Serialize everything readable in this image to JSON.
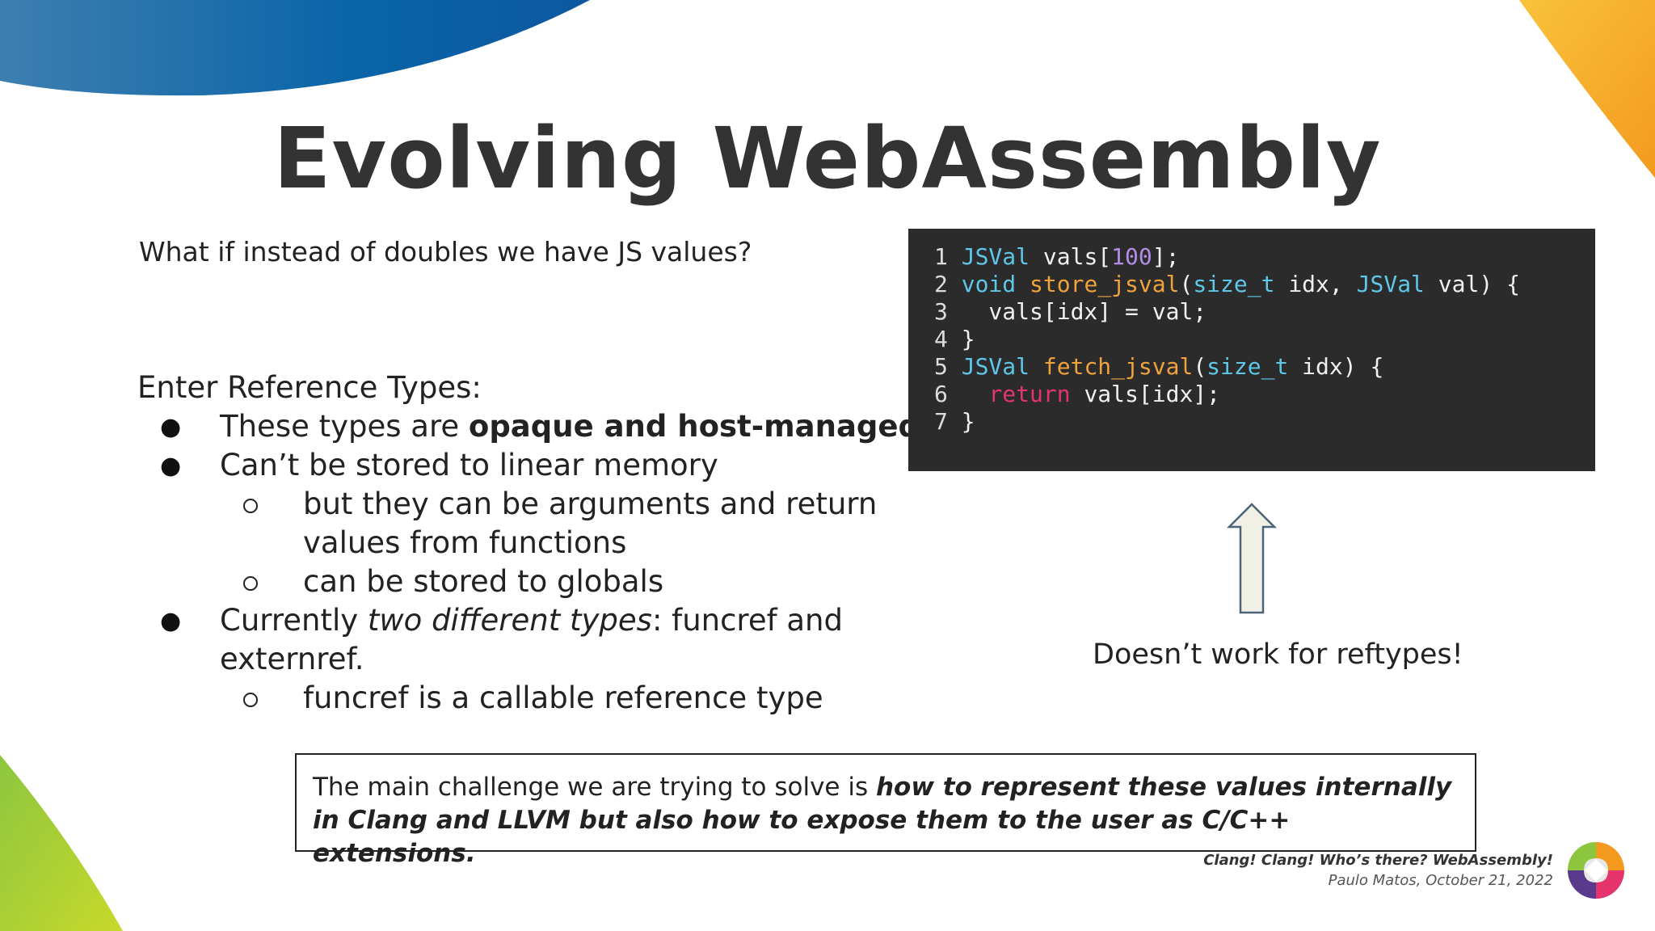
{
  "slide": {
    "title": "Evolving WebAssembly",
    "question": "What if instead of doubles we have JS values?",
    "enter_heading": "Enter Reference Types:",
    "bullets": {
      "b1_prefix": "These types are ",
      "b1_bold": "opaque and host-managed",
      "b2": "Can’t be stored to linear memory",
      "b2_sub1_line1": "but they can be arguments and return",
      "b2_sub1_line2": "values from functions",
      "b2_sub2": "can be stored to globals",
      "b3_prefix": "Currently ",
      "b3_italic": "two different types",
      "b3_suffix": ": funcref and",
      "b3_line2": "externref.",
      "b3_sub1": "funcref is a callable reference type"
    },
    "code": {
      "lines": [
        {
          "n": "1",
          "parts": [
            {
              "t": "JSVal",
              "c": "type"
            },
            {
              "t": " vals[",
              "c": ""
            },
            {
              "t": "100",
              "c": "num"
            },
            {
              "t": "];",
              "c": ""
            }
          ]
        },
        {
          "n": "2",
          "parts": [
            {
              "t": "void",
              "c": "type"
            },
            {
              "t": " ",
              "c": ""
            },
            {
              "t": "store_jsval",
              "c": "fn"
            },
            {
              "t": "(",
              "c": ""
            },
            {
              "t": "size_t",
              "c": "type"
            },
            {
              "t": " idx, ",
              "c": ""
            },
            {
              "t": "JSVal",
              "c": "type"
            },
            {
              "t": " val) {",
              "c": ""
            }
          ]
        },
        {
          "n": "3",
          "parts": [
            {
              "t": "  vals[idx] = val;",
              "c": ""
            }
          ]
        },
        {
          "n": "4",
          "parts": [
            {
              "t": "}",
              "c": ""
            }
          ]
        },
        {
          "n": "5",
          "parts": [
            {
              "t": "JSVal",
              "c": "type"
            },
            {
              "t": " ",
              "c": ""
            },
            {
              "t": "fetch_jsval",
              "c": "fn"
            },
            {
              "t": "(",
              "c": ""
            },
            {
              "t": "size_t",
              "c": "type"
            },
            {
              "t": " idx) {",
              "c": ""
            }
          ]
        },
        {
          "n": "6",
          "parts": [
            {
              "t": "  ",
              "c": ""
            },
            {
              "t": "return",
              "c": "ret"
            },
            {
              "t": " vals[idx];",
              "c": ""
            }
          ]
        },
        {
          "n": "7",
          "parts": [
            {
              "t": "}",
              "c": ""
            }
          ]
        }
      ]
    },
    "arrow_note": "Doesn’t work for reftypes!",
    "challenge": {
      "prefix": "The main challenge we are trying to solve is ",
      "bold_italic": "how to represent these values internally in Clang and LLVM but also how to expose them to the user as C/C++ extensions."
    },
    "footer": {
      "line1": "Clang! Clang! Who’s there? WebAssembly!",
      "line2": "Paulo Matos, October 21, 2022"
    }
  },
  "colors": {
    "title": "#333333",
    "code_bg": "#2b2b2b",
    "code_type": "#5fc7e8",
    "code_num": "#b48de8",
    "code_fn": "#f0a23c",
    "code_return": "#e5336b",
    "arrow_fill": "#f0f0e6",
    "arrow_stroke": "#4a6478"
  },
  "icons": {
    "arrow": "up-arrow-icon",
    "logo": "conference-logo-icon"
  }
}
